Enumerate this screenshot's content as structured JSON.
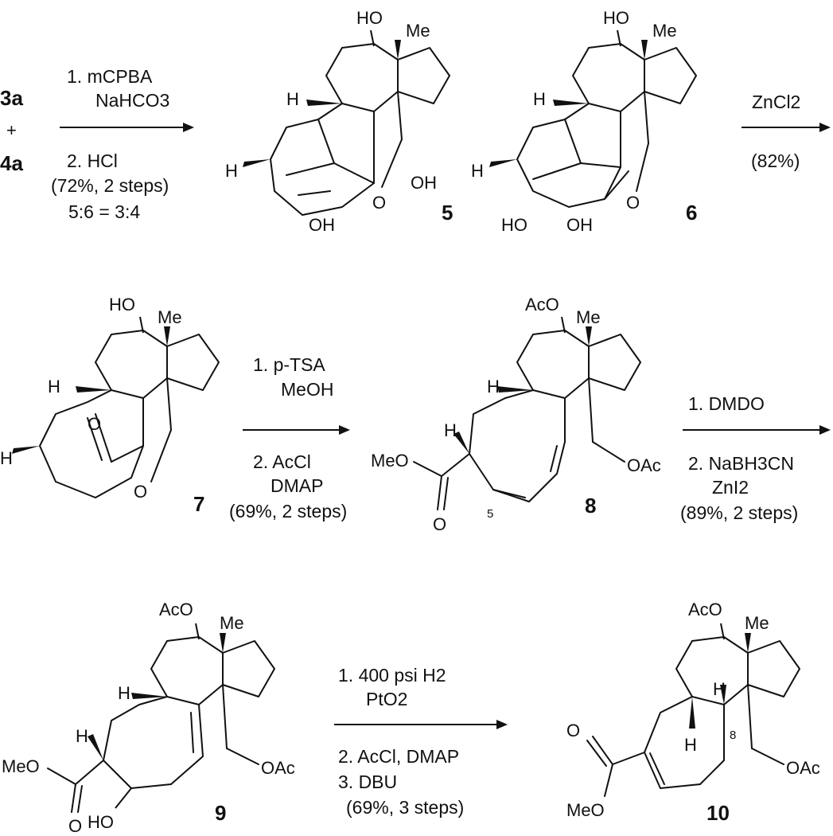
{
  "starting_materials": {
    "a": "3a",
    "plus": "+",
    "b": "4a"
  },
  "arrow1": {
    "above": [
      "1. mCPBA",
      "NaHCO3"
    ],
    "below": [
      "2. HCl",
      "(72%, 2 steps)",
      "5:6 = 3:4"
    ]
  },
  "arrow2": {
    "above": [
      "ZnCl2"
    ],
    "below": [
      "(82%)"
    ]
  },
  "arrow3": {
    "above": [
      "1. p-TSA",
      "MeOH"
    ],
    "below": [
      "2. AcCl",
      "DMAP",
      "(69%, 2 steps)"
    ]
  },
  "arrow4": {
    "above": [
      "1. DMDO"
    ],
    "below": [
      "2. NaBH3CN",
      "ZnI2",
      "(89%, 2 steps)"
    ]
  },
  "arrow5": {
    "above": [
      "1. 400 psi H2",
      "PtO2"
    ],
    "below": [
      "2. AcCl, DMAP",
      "3. DBU",
      "(69%, 3 steps)"
    ]
  },
  "compounds": {
    "c5": {
      "number": "5",
      "HO": "HO",
      "Me": "Me",
      "H1": "H",
      "H2": "H",
      "OH_a": "OH",
      "OH_b": "OH",
      "O": "O"
    },
    "c6": {
      "number": "6",
      "HO": "HO",
      "Me": "Me",
      "H1": "H",
      "H2": "H",
      "HO_b": "HO",
      "OH_b": "OH",
      "O": "O"
    },
    "c7": {
      "number": "7",
      "HO": "HO",
      "Me": "Me",
      "H1": "H",
      "H2": "H",
      "O_ketone": "O",
      "O_ring": "O"
    },
    "c8": {
      "number": "8",
      "AcO": "AcO",
      "Me": "Me",
      "H1": "H",
      "H2": "H",
      "MeO": "MeO",
      "O": "O",
      "OAc": "OAc",
      "pos5": "5"
    },
    "c9": {
      "number": "9",
      "AcO": "AcO",
      "Me": "Me",
      "H1": "H",
      "H2": "H",
      "MeO": "MeO",
      "O": "O",
      "OAc": "OAc",
      "HO": "HO"
    },
    "c10": {
      "number": "10",
      "AcO": "AcO",
      "Me": "Me",
      "H1": "H",
      "H2": "H",
      "MeO": "MeO",
      "O": "O",
      "OAc": "OAc",
      "pos8": "8"
    }
  }
}
